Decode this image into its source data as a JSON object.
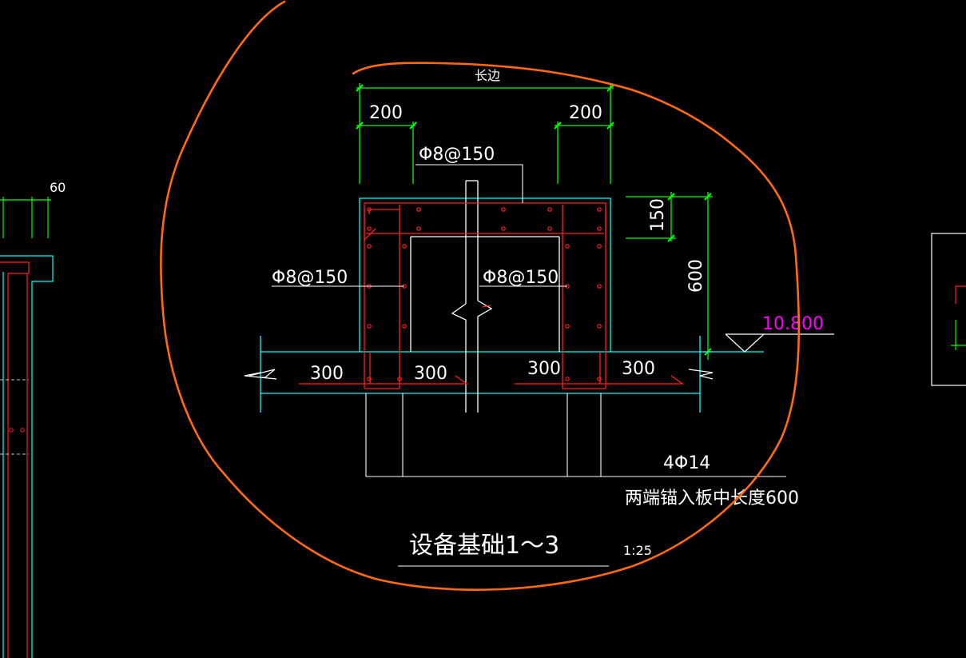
{
  "drawing": {
    "title": "设备基础1～3",
    "scale": "1:25",
    "colors": {
      "background": "#000000",
      "dimension": "#00ff00",
      "text": "#ffffff",
      "concrete": "#00ffff",
      "rebar": "#ff2020",
      "elevation": "#ff00ff",
      "markup": "#ff6a13"
    },
    "labels": {
      "long_side": "长边",
      "dim_200_left": "200",
      "dim_200_right": "200",
      "dim_60": "60",
      "dim_150": "150",
      "dim_600": "600",
      "rebar_top": "Φ8@150",
      "rebar_left": "Φ8@150",
      "rebar_right": "Φ8@150",
      "elevation": "10.800",
      "dim_300_a": "300",
      "dim_300_b": "300",
      "dim_300_c": "300",
      "dim_300_d": "300",
      "bottom_rebar": "4Φ14",
      "anchor_note": "两端锚入板中长度600"
    }
  }
}
